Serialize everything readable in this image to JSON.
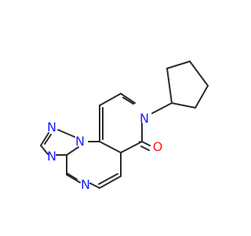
{
  "molecule": {
    "atoms": {
      "n_bridge": {
        "symbol": "N",
        "color": "#1a1aff"
      },
      "n_triazole_top": {
        "symbol": "N",
        "color": "#1a1aff"
      },
      "n_triazole_left": {
        "symbol": "N",
        "color": "#1a1aff"
      },
      "n_pyrimidine": {
        "symbol": "N",
        "color": "#1a1aff"
      },
      "n_pyridone": {
        "symbol": "N",
        "color": "#1a1aff"
      },
      "o_carbonyl": {
        "symbol": "O",
        "color": "#ff1a1a"
      }
    },
    "bond_color": "#2b2b2b"
  }
}
